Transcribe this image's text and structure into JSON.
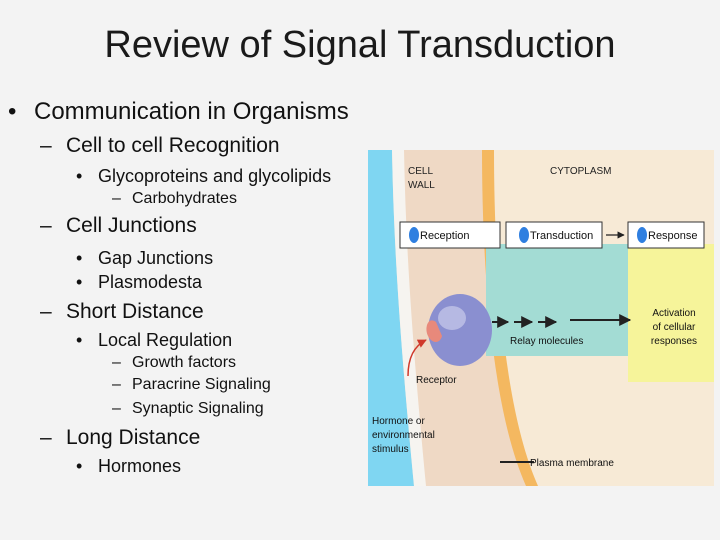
{
  "slide": {
    "title": "Review of Signal Transduction",
    "outline": [
      {
        "level": 1,
        "marker": "•",
        "text": "Communication in Organisms"
      },
      {
        "level": 2,
        "marker": "–",
        "text": "Cell to cell Recognition"
      },
      {
        "level": 3,
        "marker": "•",
        "text": "Glycoproteins and glycolipids"
      },
      {
        "level": 4,
        "marker": "–",
        "text": "Carbohydrates"
      },
      {
        "level": 2,
        "marker": "–",
        "text": "Cell Junctions"
      },
      {
        "level": 3,
        "marker": "•",
        "text": "Gap Junctions"
      },
      {
        "level": 3,
        "marker": "•",
        "text": "Plasmodesta"
      },
      {
        "level": 2,
        "marker": "–",
        "text": "Short Distance"
      },
      {
        "level": 3,
        "marker": "•",
        "text": "Local Regulation"
      },
      {
        "level": 4,
        "marker": "–",
        "text": "Growth factors"
      },
      {
        "level": 4,
        "marker": "–",
        "text": "Paracrine Signaling"
      },
      {
        "level": 4,
        "marker": "–",
        "text": "Synaptic Signaling"
      },
      {
        "level": 2,
        "marker": "–",
        "text": "Long Distance"
      },
      {
        "level": 3,
        "marker": "•",
        "text": "Hormones"
      }
    ]
  },
  "figure": {
    "cell_wall_label": [
      "CELL",
      "WALL"
    ],
    "cytoplasm_label": "CYTOPLASM",
    "steps": [
      "Reception",
      "Transduction",
      "Response"
    ],
    "relay_label": "Relay molecules",
    "receptor_label": "Receptor",
    "stimulus_label": [
      "Hormone or",
      "environmental",
      "stimulus"
    ],
    "response_label": [
      "Activation",
      "of cellular",
      "responses"
    ],
    "membrane_label": "Plasma membrane",
    "colors": {
      "cell_wall": "#7fd6f2",
      "cytoplasm": "#efd9c5",
      "membrane": "#f4b860",
      "relay_region": "#a3dcd4",
      "response_box": "#f6f49a",
      "step_marker": "#2f7fe0",
      "receptor": "#8a8fd0",
      "ligand": "#e8897b",
      "arrow": "#222222",
      "stimulus_arrow": "#d0392b"
    }
  }
}
